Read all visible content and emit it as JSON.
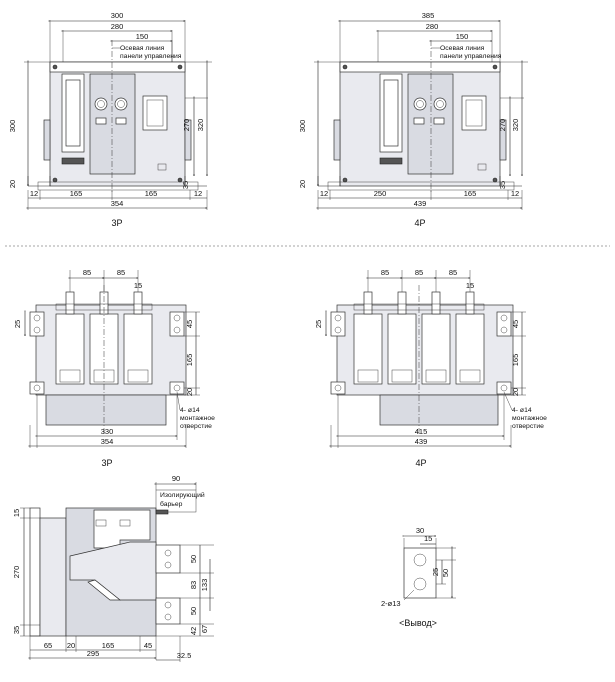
{
  "views": {
    "front_3p": {
      "caption": "3P",
      "note": [
        "Осевая линия",
        "панели управления"
      ],
      "dims": {
        "top_300": "300",
        "top_280": "280",
        "top_150": "150",
        "left_300": "300",
        "left_20": "20",
        "right_270": "270",
        "right_320": "320",
        "right_35": "35",
        "b_12l": "12",
        "b_165l": "165",
        "b_165r": "165",
        "b_12r": "12",
        "b_354": "354"
      }
    },
    "front_4p": {
      "caption": "4P",
      "note": [
        "Осевая линия",
        "панели управления"
      ],
      "dims": {
        "top_385": "385",
        "top_280": "280",
        "top_150": "150",
        "left_300": "300",
        "left_20": "20",
        "right_270": "270",
        "right_320": "320",
        "right_35": "35",
        "b_12l": "12",
        "b_250": "250",
        "b_165": "165",
        "b_12r": "12",
        "b_439": "439"
      }
    },
    "top_3p": {
      "caption": "3P",
      "hole": [
        "4- ø14",
        "монтажное",
        "отверстие"
      ],
      "dims": {
        "p1": "85",
        "p2": "85",
        "t15": "15",
        "l25": "25",
        "r45": "45",
        "r165": "165",
        "r20": "20",
        "w330": "330",
        "w354": "354"
      }
    },
    "top_4p": {
      "caption": "4P",
      "hole": [
        "4- ø14",
        "монтажное",
        "отверстие"
      ],
      "dims": {
        "p1": "85",
        "p2": "85",
        "p3": "85",
        "t15": "15",
        "l25": "25",
        "r45": "45",
        "r165": "165",
        "r20": "20",
        "w415": "415",
        "w439": "439"
      }
    },
    "side": {
      "note": [
        "Изолирующий",
        "барьер"
      ],
      "dims": {
        "t90": "90",
        "l15": "15",
        "l270": "270",
        "l35": "35",
        "r50a": "50",
        "r83": "83",
        "r133": "133",
        "r50b": "50",
        "r42": "42",
        "r67": "67",
        "b65": "65",
        "b20": "20",
        "b165": "165",
        "b45": "45",
        "b295": "295",
        "b325": "32.5"
      }
    },
    "terminal": {
      "caption": "<Вывод>",
      "hole": "2-ø13",
      "dims": {
        "d30": "30",
        "d15": "15",
        "d25": "25",
        "d50": "50"
      }
    }
  },
  "colors": {
    "body": "#e9eaef",
    "body_shade": "#d9dbe2",
    "line": "#222222"
  }
}
